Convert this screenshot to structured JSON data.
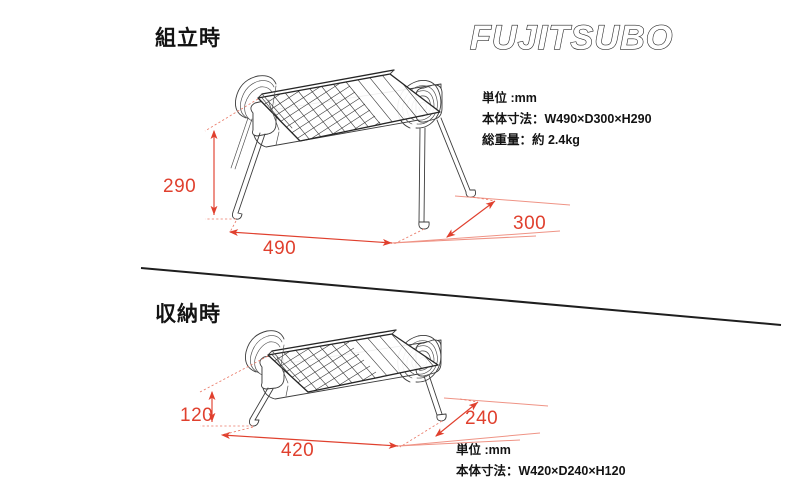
{
  "document": {
    "brand": "FUJITSUBO",
    "background_color": "#ffffff",
    "dimension_color": "#e0402e",
    "line_color": "#3c3c3c"
  },
  "sections": {
    "assembled": {
      "title": "組立時",
      "specs": [
        "単位 :mm",
        "本体寸法：W490×D300×H290",
        "総重量：約 2.4kg"
      ],
      "dimensions": {
        "height": "290",
        "width": "490",
        "depth": "300"
      }
    },
    "stored": {
      "title": "収納時",
      "specs": [
        "単位 :mm",
        "本体寸法：W420×D240×H120"
      ],
      "dimensions": {
        "height": "120",
        "width": "420",
        "depth": "240"
      }
    }
  }
}
